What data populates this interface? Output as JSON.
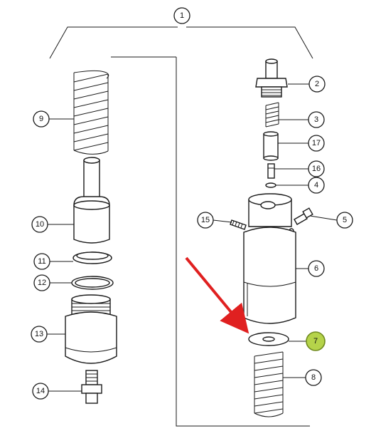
{
  "diagram": {
    "callouts": [
      {
        "id": "c1",
        "label": "1"
      },
      {
        "id": "c2",
        "label": "2"
      },
      {
        "id": "c3",
        "label": "3"
      },
      {
        "id": "c17",
        "label": "17"
      },
      {
        "id": "c16",
        "label": "16"
      },
      {
        "id": "c4",
        "label": "4"
      },
      {
        "id": "c15",
        "label": "15"
      },
      {
        "id": "c5",
        "label": "5"
      },
      {
        "id": "c6",
        "label": "6"
      },
      {
        "id": "c7",
        "label": "7"
      },
      {
        "id": "c8",
        "label": "8"
      },
      {
        "id": "c9",
        "label": "9"
      },
      {
        "id": "c10",
        "label": "10"
      },
      {
        "id": "c11",
        "label": "11"
      },
      {
        "id": "c12",
        "label": "12"
      },
      {
        "id": "c13",
        "label": "13"
      },
      {
        "id": "c14",
        "label": "14"
      }
    ],
    "highlight_color": "#b5d34a",
    "arrow_color": "#e02020"
  }
}
